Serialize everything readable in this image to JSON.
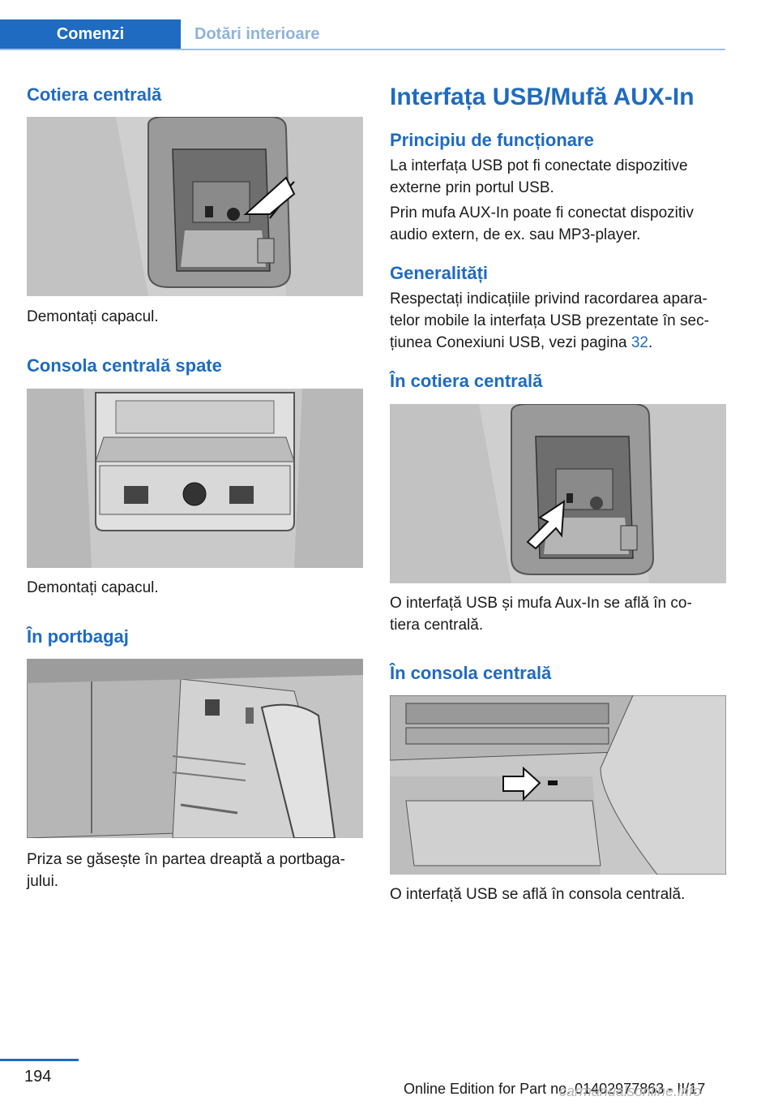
{
  "header": {
    "tab_active": "Comenzi",
    "tab_inactive": "Dotări interioare"
  },
  "left": {
    "s1_title": "Cotiera centrală",
    "s1_caption": "Demontați capacul.",
    "s2_title": "Consola centrală spate",
    "s2_caption": "Demontați capacul.",
    "s3_title": "În portbagaj",
    "s3_caption": "Priza se găsește în partea dreaptă a portbaga‐\njului."
  },
  "right": {
    "main_title": "Interfața USB/Mufă AUX-In",
    "sub1_title": "Principiu de funcționare",
    "sub1_p1": "La interfața USB pot fi conectate dispozitive\nexterne prin portul USB.",
    "sub1_p2": "Prin mufa AUX-In poate fi conectat dispozitiv\naudio extern, de ex. sau MP3-player.",
    "sub2_title": "Generalități",
    "sub2_p1_pre": "Respectați indicațiile privind racordarea apara‐\ntelor mobile la interfața USB prezentate în sec‐\nțiunea Conexiuni USB, vezi pagina ",
    "sub2_p1_link": "32",
    "sub2_p1_post": ".",
    "sub3_title": "În cotiera centrală",
    "sub3_caption": "O interfață USB și mufa Aux-In se află în co‐\ntiera centrală.",
    "sub4_title": "În consola centrală",
    "sub4_caption": "O interfață USB se află în consola centrală."
  },
  "footer": {
    "page_number": "194",
    "edition": "Online Edition for Part no. 01402977863 - II/17",
    "watermark": "carmanualsonline.info"
  }
}
